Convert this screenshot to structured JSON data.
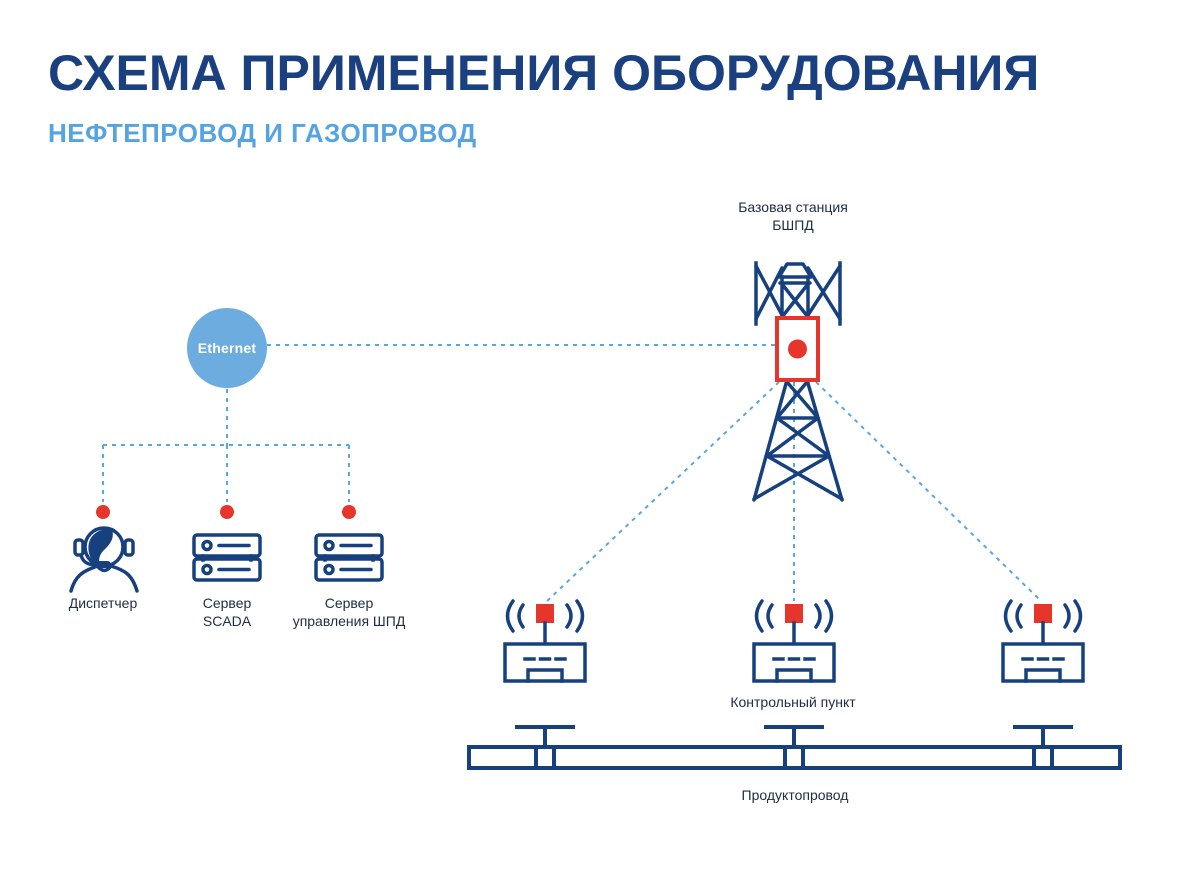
{
  "header": {
    "title": "СХЕМА ПРИМЕНЕНИЯ ОБОРУДОВАНИЯ",
    "subtitle": "НЕФТЕПРОВОД И ГАЗОПРОВОД"
  },
  "network": {
    "hub_label": "Ethernet"
  },
  "nodes": {
    "dispatcher": {
      "label": "Диспетчер"
    },
    "scada_server": {
      "label_line1": "Сервер",
      "label_line2": "SCADA"
    },
    "bwa_server": {
      "label_line1": "Сервер",
      "label_line2": "управления ШПД"
    }
  },
  "base_station": {
    "label_line1": "Базовая станция",
    "label_line2": "БШПД"
  },
  "control_point": {
    "label": "Контрольный пункт"
  },
  "pipeline": {
    "label": "Продуктопровод"
  },
  "colors": {
    "navy": "#16407e",
    "title_blue": "#1a4080",
    "subtitle_blue": "#55a3e0",
    "dash_blue": "#58a7e0",
    "accent_red": "#e6352b",
    "hub_blue": "#6cacdf",
    "label_text": "#212e45"
  }
}
